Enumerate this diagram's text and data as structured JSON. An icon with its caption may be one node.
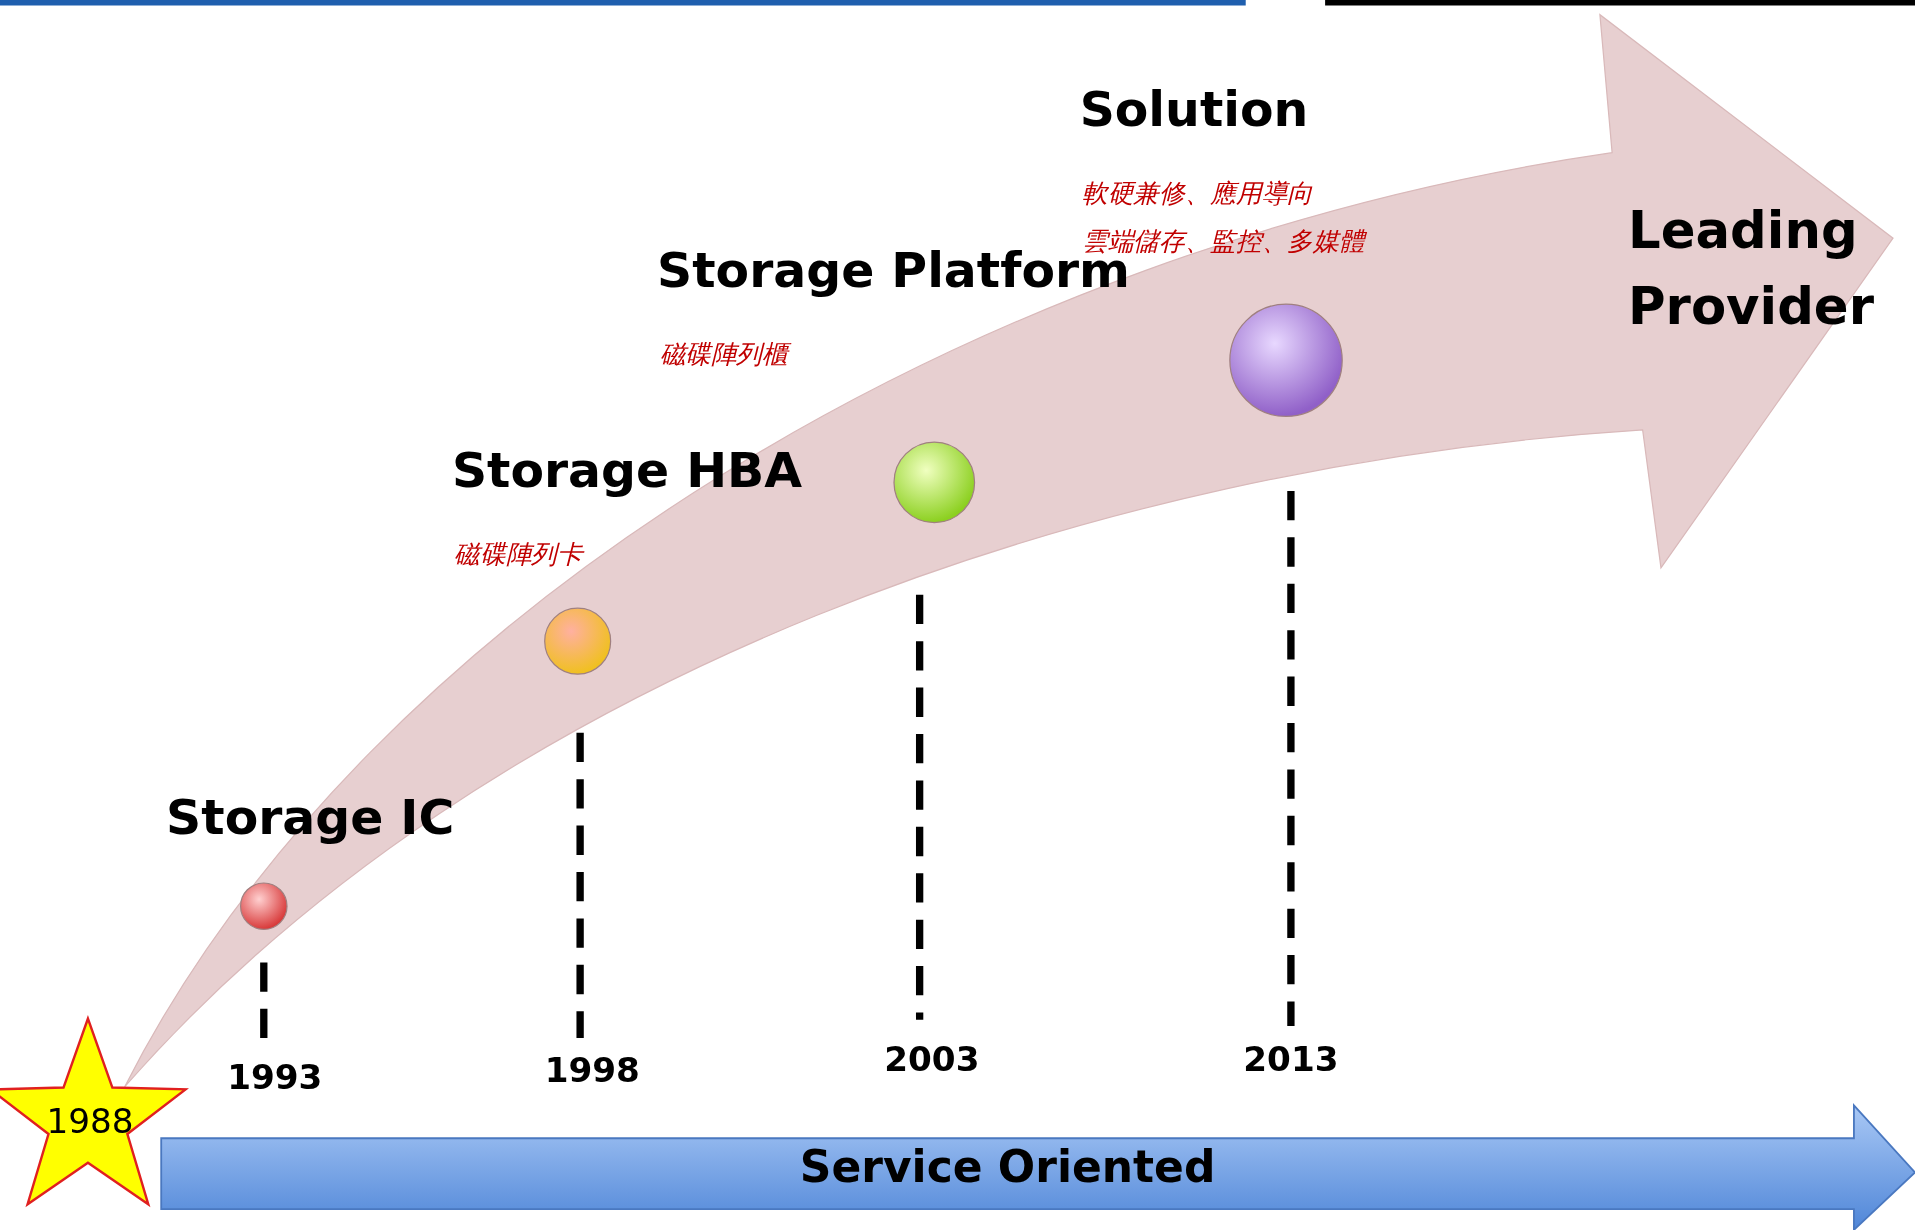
{
  "diagram": {
    "nodes": [
      {
        "text": [
          "Leading Provider"
        ]
      },
      {
        "text": [
          "1988"
        ]
      },
      {
        "text": [
          "Service Oriented"
        ]
      },
      {
        "text": [],
        "shape": "circle",
        "in": 0,
        "beside": [
          "Storage IC"
        ]
      },
      {
        "text": [],
        "shape": "circle",
        "in": 0,
        "beside": [
          "Storage HBA",
          "磁碟陣列卡"
        ]
      },
      {
        "text": [],
        "shape": "circle",
        "in": 0,
        "beside": [
          "Storage Platform",
          "磁碟陣列櫃"
        ]
      },
      {
        "text": [],
        "shape": "circle",
        "in": 0,
        "beside": [
          "Solution",
          "軟硬兼修、應用導向",
          "雲端儲存、監控、多媒體"
        ]
      }
    ],
    "labels": [
      "1993",
      "1998",
      "2003",
      "2013"
    ]
  }
}
